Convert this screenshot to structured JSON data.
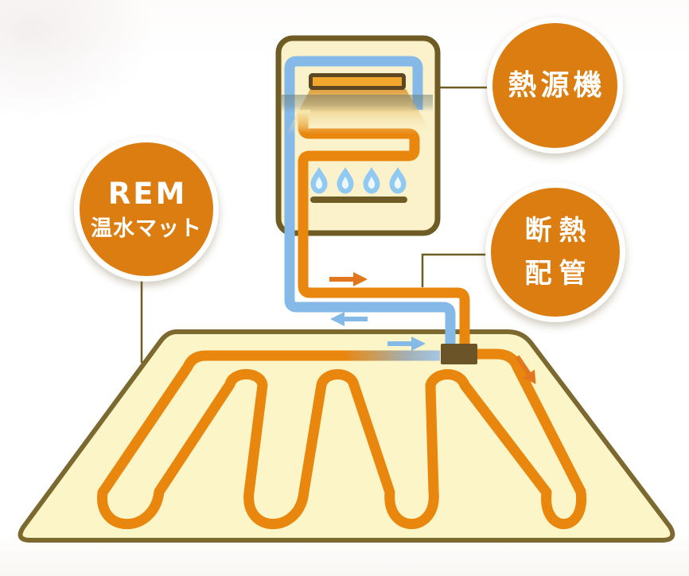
{
  "callouts": {
    "heat_source": {
      "label": "熱源機"
    },
    "rem_mat": {
      "line1": "REM",
      "line2": "温水マット"
    },
    "insulated_piping": {
      "line1": "断熱",
      "line2": "配管"
    }
  },
  "icons": {
    "flame": "teardrop-flame-icon",
    "flame_count": 4,
    "flow_arrows": [
      "supply-right",
      "return-left",
      "into-mat-right",
      "in-mat-down"
    ]
  },
  "colors": {
    "badge_orange": "#DB7D10",
    "pipe_orange": "#E8860D",
    "pipe_blue": "#85B9E8",
    "panel_fill": "#FBF2CB",
    "panel_border": "#6F5B24",
    "mat_fill": "#FCF5C8",
    "mat_border": "#7B6930",
    "connector_brown": "#6B5427",
    "flame_blue": "#90C9F2",
    "flame_inner": "#ECF7FE",
    "heat_exchanger_fill": "#F1A72B",
    "heat_exchanger_border": "#5D4722",
    "arrow_orange": "#E2761C",
    "callout_line": "#6F5B24",
    "label_text": "#FFFFFF"
  }
}
